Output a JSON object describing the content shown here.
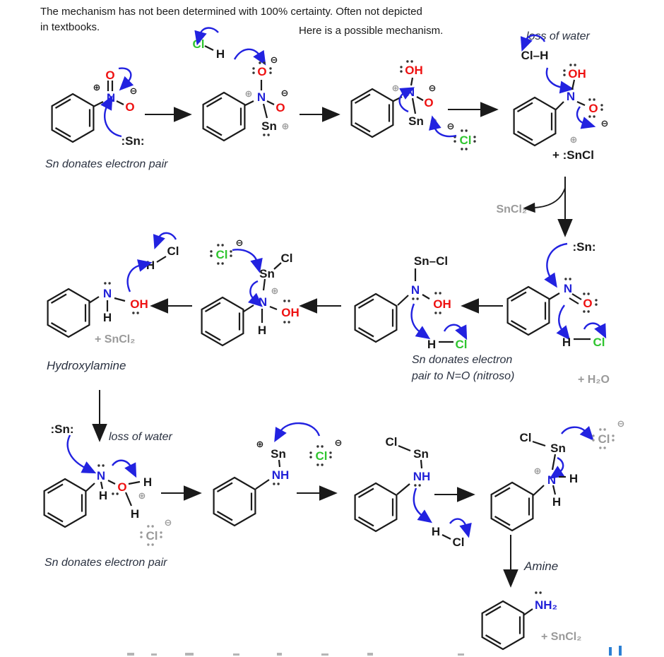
{
  "header": {
    "line1": "The mechanism has not been determined with 100% certainty. Often not depicted",
    "line2": "in textbooks.",
    "center": "Here is a possible mechanism.",
    "loss_of_water_top": "loss of water"
  },
  "glyphs": {
    "N": "N",
    "O": "O",
    "H": "H",
    "Cl": "Cl",
    "Sn": "Sn",
    "OH": "OH",
    "NH": "NH",
    "NH2": "NH₂",
    "SnColon": ":Sn:",
    "ClH": "Cl–H",
    "SnClBond": "Sn–Cl",
    "plusSnCl": "+ :SnCl",
    "plus": "⊕",
    "minus": "⊖"
  },
  "byproducts": {
    "sncl2": "SnCl₂",
    "plus_sncl2": "+ SnCl₂",
    "plus_h2o": "+ H₂O"
  },
  "captions": {
    "sn_donates": "Sn donates electron pair",
    "nitroso1": "Sn donates electron",
    "nitroso2": "pair to N=O (nitroso)",
    "hydroxylamine": "Hydroxylamine",
    "loss_of_water": "loss of water",
    "amine": "Amine"
  },
  "colors": {
    "nitrogen_blue": "#2121d8",
    "oxygen_red": "#ee1111",
    "chlorine_green": "#2fc52f",
    "byproduct_gray": "#9a9a9a",
    "arrow_blue": "#2222e0"
  }
}
